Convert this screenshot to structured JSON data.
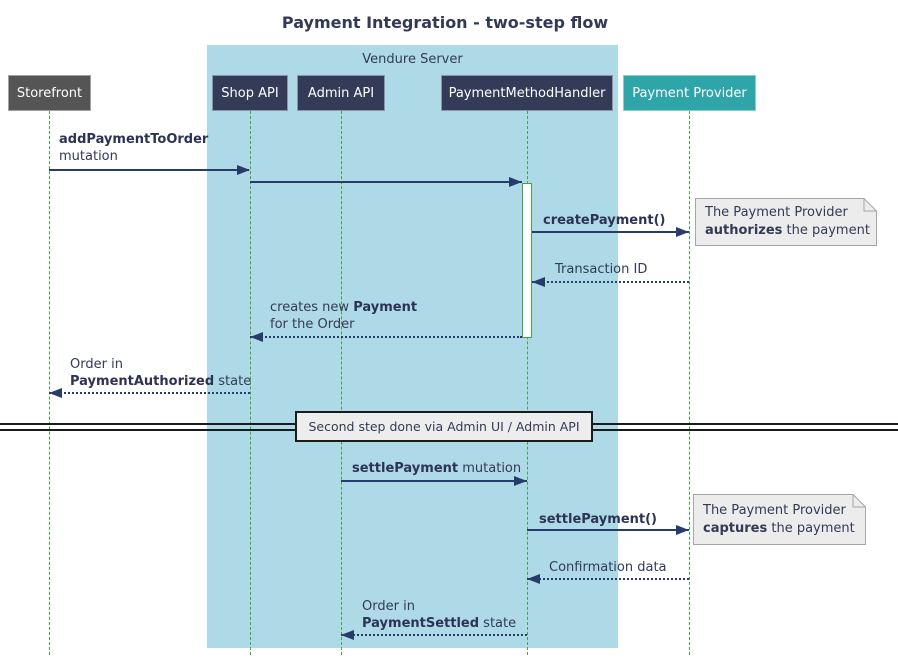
{
  "title": "Payment Integration - two-step flow",
  "server_group": {
    "label": "Vendure Server",
    "bg_color": "#aed9e6"
  },
  "participants": [
    {
      "id": "storefront",
      "label": "Storefront",
      "color": "#555555"
    },
    {
      "id": "shop-api",
      "label": "Shop API",
      "color": "#343b58"
    },
    {
      "id": "admin-api",
      "label": "Admin API",
      "color": "#343b58"
    },
    {
      "id": "payment-method-handler",
      "label": "PaymentMethodHandler",
      "color": "#343b58"
    },
    {
      "id": "payment-provider",
      "label": "Payment Provider",
      "color": "#2ea5a8"
    }
  ],
  "messages": {
    "add_payment": {
      "bold": "addPaymentToOrder",
      "rest": "mutation",
      "from": "Storefront",
      "to": "Shop API",
      "style": "solid"
    },
    "forward_to_handler": {
      "label": "",
      "from": "Shop API",
      "to": "PaymentMethodHandler",
      "style": "solid"
    },
    "create_payment": {
      "bold": "createPayment()",
      "from": "PaymentMethodHandler",
      "to": "Payment Provider",
      "style": "solid"
    },
    "transaction_id": {
      "text": "Transaction ID",
      "from": "Payment Provider",
      "to": "PaymentMethodHandler",
      "style": "dotted"
    },
    "creates_payment": {
      "pre": "creates new ",
      "bold": "Payment",
      "line2": "for the Order",
      "from": "PaymentMethodHandler",
      "to": "Shop API",
      "style": "dotted"
    },
    "order_authorized": {
      "line1": "Order in",
      "bold": "PaymentAuthorized",
      "rest": " state",
      "from": "Shop API",
      "to": "Storefront",
      "style": "dotted"
    },
    "settle_mutation": {
      "bold": "settlePayment",
      "rest": " mutation",
      "from": "Admin API",
      "to": "PaymentMethodHandler",
      "style": "solid"
    },
    "settle_payment": {
      "bold": "settlePayment()",
      "from": "PaymentMethodHandler",
      "to": "Payment Provider",
      "style": "solid"
    },
    "confirmation": {
      "text": "Confirmation data",
      "from": "Payment Provider",
      "to": "PaymentMethodHandler",
      "style": "dotted"
    },
    "order_settled": {
      "line1": "Order in",
      "bold": "PaymentSettled",
      "rest": " state",
      "from": "PaymentMethodHandler",
      "to": "Admin API",
      "style": "dotted"
    }
  },
  "notes": {
    "authorize": {
      "line1": "The Payment Provider",
      "bold": "authorizes",
      "rest": " the payment"
    },
    "capture": {
      "line1": "The Payment Provider",
      "bold": "captures",
      "rest": " the payment"
    }
  },
  "divider": {
    "label": "Second step done via Admin UI / Admin API"
  },
  "colors": {
    "container_bg": "#aed9e6",
    "participant_navy": "#343b58",
    "participant_gray": "#555555",
    "participant_teal": "#2ea5a8",
    "lifeline_green": "#44a344",
    "arrow_navy": "#263c6b",
    "text_navy": "#333a56",
    "note_bg": "#ececec",
    "note_border": "#a6a6a6",
    "divider_line": "#1b1b1b"
  }
}
